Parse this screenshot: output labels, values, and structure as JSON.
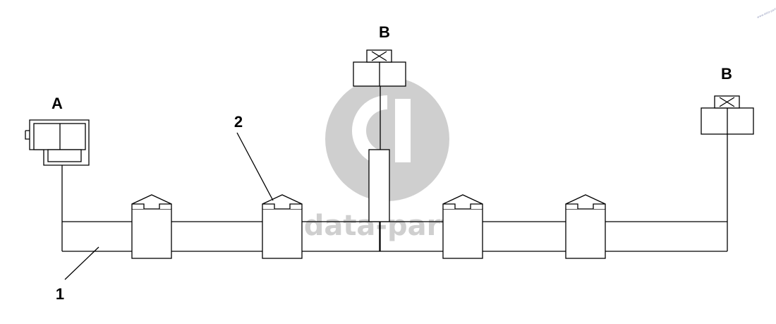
{
  "labels": {
    "connector_a": "A",
    "connector_b_center": "B",
    "connector_b_right": "B",
    "callout_harness": "1",
    "callout_clip": "2"
  },
  "watermark": {
    "text": "data-parts",
    "color": "#cfcfcf"
  },
  "corner_mark": "www.data-parts"
}
